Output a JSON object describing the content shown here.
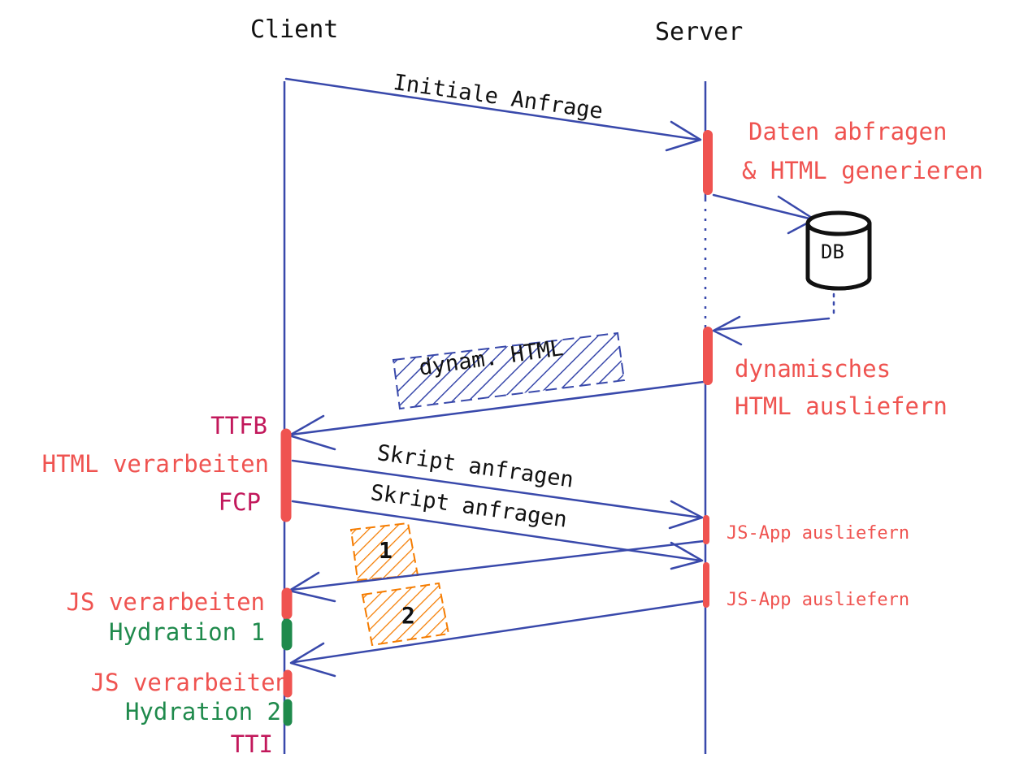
{
  "actors": {
    "client": "Client",
    "server": "Server"
  },
  "messages": {
    "initial_request": "Initiale Anfrage",
    "dynamic_html": "dynam. HTML",
    "script_request_1": "Skript anfragen",
    "script_request_2": "Skript anfragen",
    "chunk_1": "1",
    "chunk_2": "2"
  },
  "server_notes": {
    "fetch_data_line1": "Daten abfragen",
    "fetch_data_line2": "& HTML generieren",
    "deliver_html_line1": "dynamisches",
    "deliver_html_line2": "HTML ausliefern",
    "deliver_js_1": "JS-App ausliefern",
    "deliver_js_2": "JS-App ausliefern"
  },
  "database": {
    "label": "DB"
  },
  "client_notes": {
    "ttfb": "TTFB",
    "process_html": "HTML verarbeiten",
    "fcp": "FCP",
    "process_js_1": "JS verarbeiten",
    "hydration_1": "Hydration 1",
    "process_js_2": "JS verarbeiten",
    "hydration_2": "Hydration 2",
    "tti": "TTI"
  },
  "colors": {
    "line": "#3949ab",
    "activity": "#ef5350",
    "metric": "#c2185b",
    "hydration": "#1f8a4c",
    "chunk": "#f57c00"
  }
}
